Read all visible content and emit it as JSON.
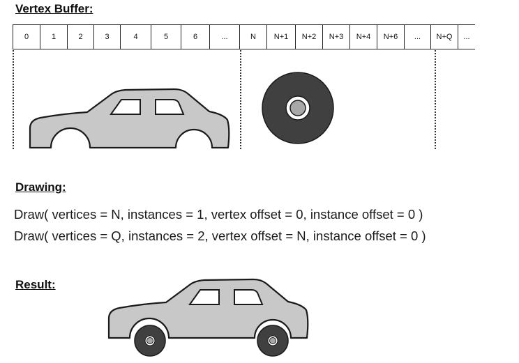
{
  "vertex_buffer": {
    "title": "Vertex Buffer:",
    "cells": [
      "0",
      "1",
      "2",
      "3",
      "4",
      "5",
      "6",
      "...",
      "N",
      "N+1",
      "N+2",
      "N+3",
      "N+4",
      "N+6",
      "...",
      "N+Q",
      "..."
    ]
  },
  "drawing": {
    "title": "Drawing:",
    "lines": [
      "Draw( vertices = N, instances = 1, vertex offset = 0, instance offset = 0 )",
      "Draw( vertices = Q, instances = 2, vertex offset = N, instance offset = 0 )"
    ]
  },
  "result": {
    "title": "Result:"
  },
  "colors": {
    "car_body": "#c8c8c8",
    "wheel_tire": "#404040",
    "hub": "#a8a8a8",
    "outline": "#1a1a1a"
  }
}
